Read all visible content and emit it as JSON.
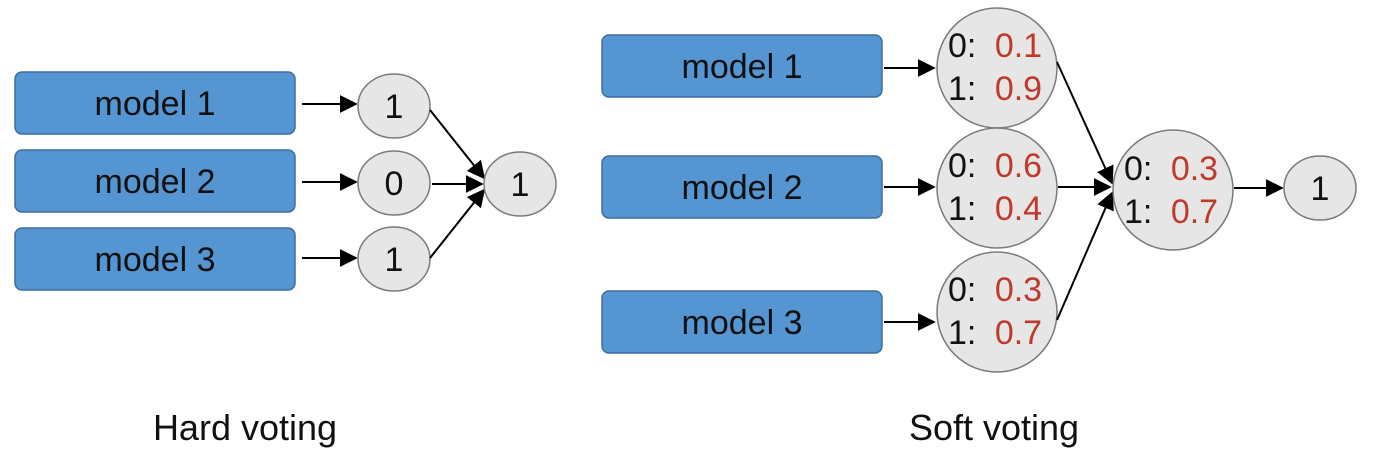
{
  "hard": {
    "caption": "Hard voting",
    "models": [
      {
        "label": "model 1",
        "vote": "1"
      },
      {
        "label": "model 2",
        "vote": "0"
      },
      {
        "label": "model 3",
        "vote": "1"
      }
    ],
    "result": "1"
  },
  "soft": {
    "caption": "Soft voting",
    "models": [
      {
        "label": "model 1",
        "p0_key": "0:",
        "p0": "0.1",
        "p1_key": "1:",
        "p1": "0.9"
      },
      {
        "label": "model 2",
        "p0_key": "0:",
        "p0": "0.6",
        "p1_key": "1:",
        "p1": "0.4"
      },
      {
        "label": "model 3",
        "p0_key": "0:",
        "p0": "0.3",
        "p1_key": "1:",
        "p1": "0.7"
      }
    ],
    "average": {
      "p0_key": "0:",
      "p0": "0.3",
      "p1_key": "1:",
      "p1": "0.7"
    },
    "result": "1"
  },
  "colors": {
    "model_fill": "#5595d2",
    "node_fill": "#e6e6e6",
    "probability_value": "#c0392b"
  }
}
